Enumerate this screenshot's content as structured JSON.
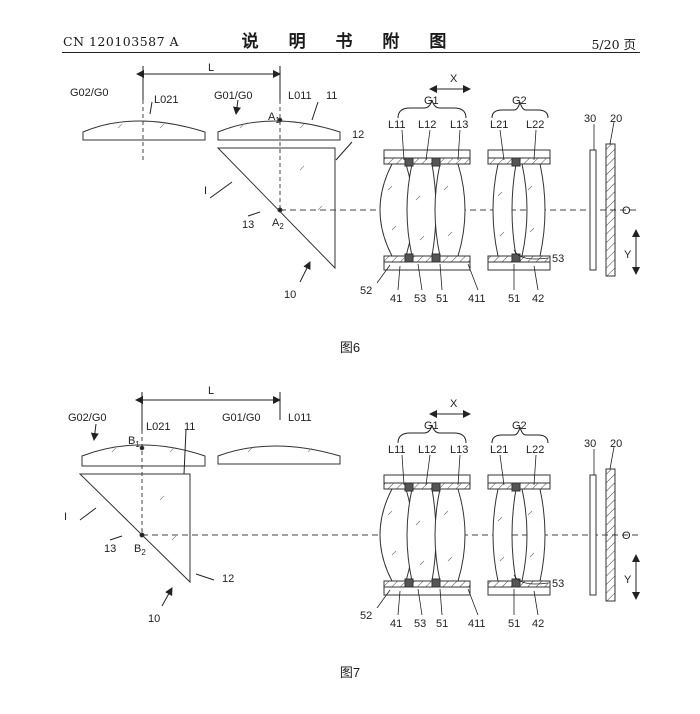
{
  "header": {
    "doc_number": "CN 120103587 A",
    "title": "说 明 书 附 图",
    "page": "5/20 页"
  },
  "figures": [
    {
      "caption": "图6",
      "labels": {
        "L": "L",
        "G02G0": "G02/G0",
        "L021": "L021",
        "G01G0": "G01/G0",
        "L011": "L011",
        "n11": "11",
        "A1": "A",
        "A1sub": "1",
        "n12": "12",
        "I": "I",
        "n13": "13",
        "A2": "A",
        "A2sub": "2",
        "n10": "10",
        "X": "X",
        "G1": "G1",
        "G2": "G2",
        "L11": "L11",
        "L12": "L12",
        "L13": "L13",
        "L21": "L21",
        "L22": "L22",
        "n30": "30",
        "n20": "20",
        "O": "O",
        "Y": "Y",
        "n53r": "53",
        "n52": "52",
        "n41": "41",
        "n53": "53",
        "n51": "51",
        "n411": "411",
        "n51b": "51",
        "n42": "42"
      }
    },
    {
      "caption": "图7",
      "labels": {
        "L": "L",
        "G02G0": "G02/G0",
        "B1": "B",
        "B1sub": "1",
        "L021": "L021",
        "n11": "11",
        "G01G0": "G01/G0",
        "L011": "L011",
        "I": "I",
        "n13": "13",
        "B2": "B",
        "B2sub": "2",
        "n12": "12",
        "n10": "10",
        "X": "X",
        "G1": "G1",
        "G2": "G2",
        "L11": "L11",
        "L12": "L12",
        "L13": "L13",
        "L21": "L21",
        "L22": "L22",
        "n30": "30",
        "n20": "20",
        "O": "O",
        "Y": "Y",
        "n53r": "53",
        "n52": "52",
        "n41": "41",
        "n53": "53",
        "n51": "51",
        "n411": "411",
        "n51b": "51",
        "n42": "42"
      }
    }
  ]
}
